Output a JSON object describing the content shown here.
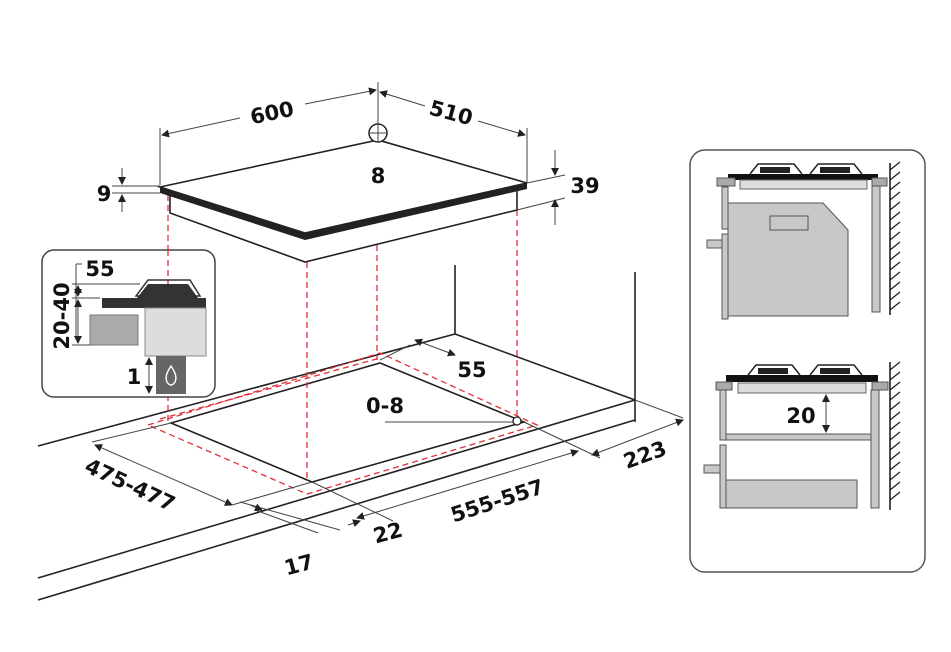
{
  "dimensions": {
    "hob_width": "600",
    "hob_depth": "510",
    "gas_inlet": "8",
    "hob_edge": "9",
    "hob_height": "39",
    "cutout_back_margin": "55",
    "fixing": "0-8",
    "cutout_depth": "475-477",
    "cutout_width": "555-557",
    "side_clearance": "223",
    "front_gap_a": "22",
    "front_gap_b": "17"
  },
  "detail_inset": {
    "top_clearance": "55",
    "side_range": "20-40",
    "bottom_gap": "1"
  },
  "installation_panel": {
    "shelf_gap": "20"
  },
  "colors": {
    "guide": "#e0303a",
    "panel_grey": "#c8c8c8",
    "dark": "#222222"
  }
}
